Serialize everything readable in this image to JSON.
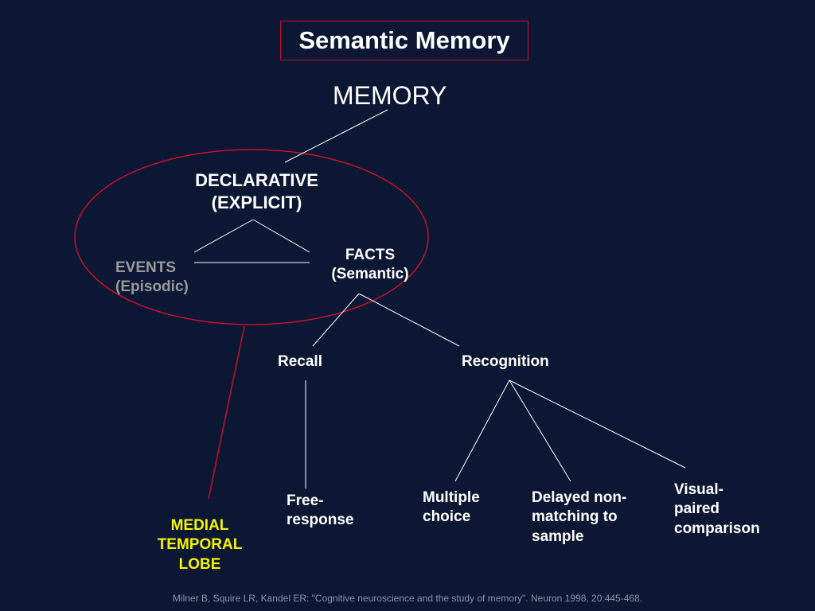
{
  "title": "Semantic Memory",
  "nodes": {
    "memory": "MEMORY",
    "declarative": "DECLARATIVE\n(EXPLICIT)",
    "facts": "FACTS\n(Semantic)",
    "events": "EVENTS\n(Episodic)",
    "recall": "Recall",
    "recognition": "Recognition",
    "free_response": "Free-\nresponse",
    "multiple_choice": "Multiple\nchoice",
    "delayed": "Delayed non-\nmatching to\nsample",
    "visual_paired": "Visual-\npaired\ncomparison",
    "mtl": "MEDIAL\nTEMPORAL\nLOBE"
  },
  "citation": "Milner B, Squire LR, Kandel ER: \"Cognitive neuroscience and the study of memory\". Neuron 1998, 20:445-468.",
  "colors": {
    "background": "#0b1733",
    "text": "#ffffff",
    "highlight_red": "#c8102e",
    "events_gray": "#9a9a9a",
    "mtl_yellow": "#f5f500",
    "citation_gray": "#8a93a8"
  }
}
